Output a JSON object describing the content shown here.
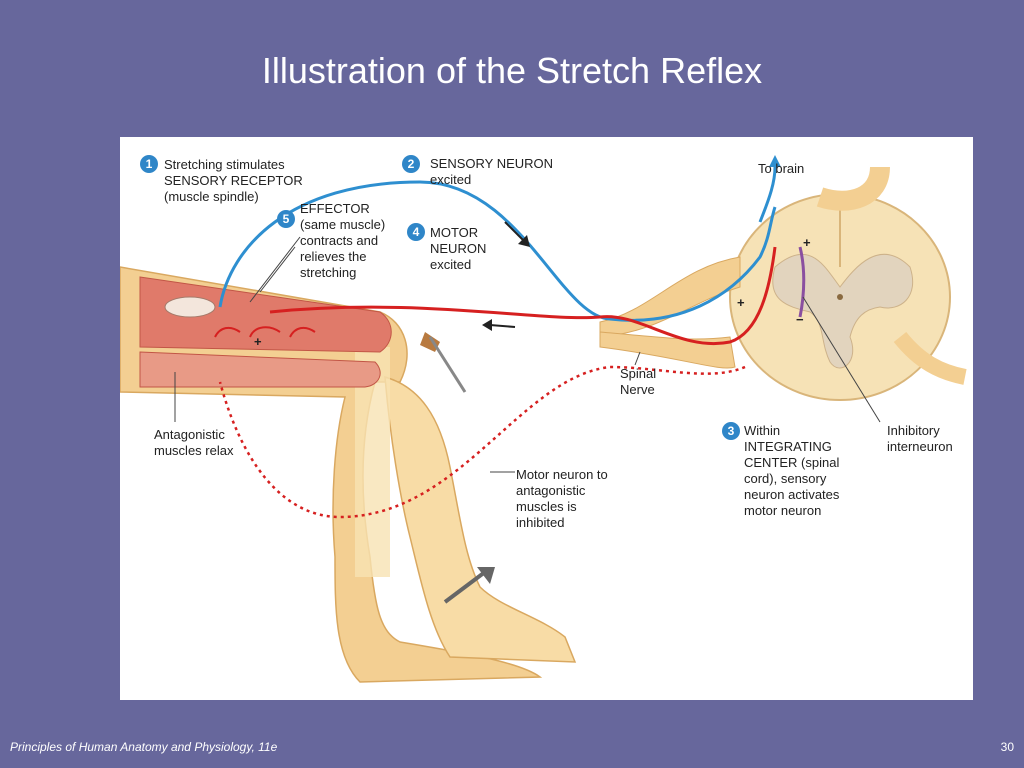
{
  "slide": {
    "title": "Illustration of the Stretch Reflex",
    "footer_left": "Principles of Human Anatomy and Physiology, 11e",
    "page_number": "30"
  },
  "diagram": {
    "steps": [
      {
        "number": "1",
        "lines": [
          "Stretching stimulates",
          "SENSORY RECEPTOR",
          "(muscle spindle)"
        ]
      },
      {
        "number": "2",
        "lines": [
          "SENSORY NEURON",
          "excited"
        ]
      },
      {
        "number": "3",
        "lines": [
          "Within",
          "INTEGRATING",
          "CENTER (spinal",
          "cord), sensory",
          "neuron activates",
          "motor neuron"
        ]
      },
      {
        "number": "4",
        "lines": [
          "MOTOR",
          "NEURON",
          "excited"
        ]
      },
      {
        "number": "5",
        "lines": [
          "EFFECTOR",
          "(same muscle)",
          "contracts and",
          "relieves the",
          "stretching"
        ]
      }
    ],
    "labels": {
      "to_brain": "To brain",
      "spinal_nerve": [
        "Spinal",
        "Nerve"
      ],
      "antagonistic": [
        "Antagonistic",
        "muscles relax"
      ],
      "motor_to_antagonistic": [
        "Motor neuron to",
        "antagonistic",
        "muscles is",
        "inhibited"
      ],
      "inhibitory": [
        "Inhibitory",
        "interneuron"
      ],
      "plus_sign": "+",
      "minus_sign": "−"
    },
    "colors": {
      "sensory": "#2e8fd0",
      "motor": "#d62020",
      "interneuron": "#8a4fa0",
      "muscle": "#e07a6a",
      "skin": "#f3cf92",
      "step_badge": "#2f86c8"
    }
  }
}
